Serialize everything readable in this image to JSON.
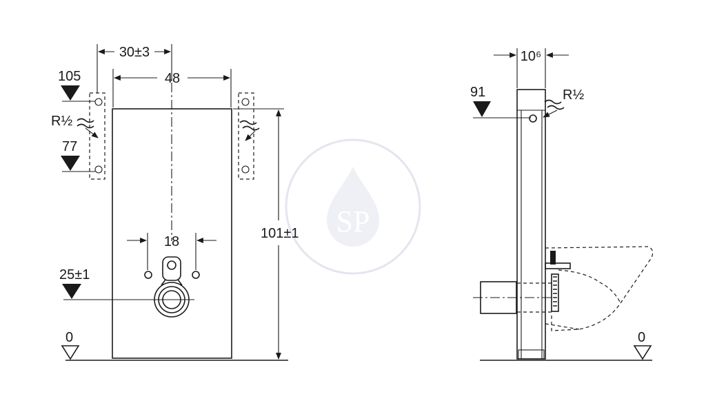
{
  "front_view": {
    "dim_top_width": "30±3",
    "dim_panel_width": "48",
    "level_upper_mount": "105",
    "level_lower_mount": "77",
    "supply_label": "R½",
    "dim_bolt_spacing": "18",
    "level_drain": "25±1",
    "dim_height": "101±1",
    "level_floor": "0"
  },
  "side_view": {
    "dim_depth": "10⁶",
    "level_supply": "91",
    "supply_label": "R½",
    "level_floor": "0"
  },
  "watermark": {
    "letters": "SP"
  },
  "colors": {
    "ink": "#1a1a1a",
    "watermark": "#e3e6ee"
  }
}
